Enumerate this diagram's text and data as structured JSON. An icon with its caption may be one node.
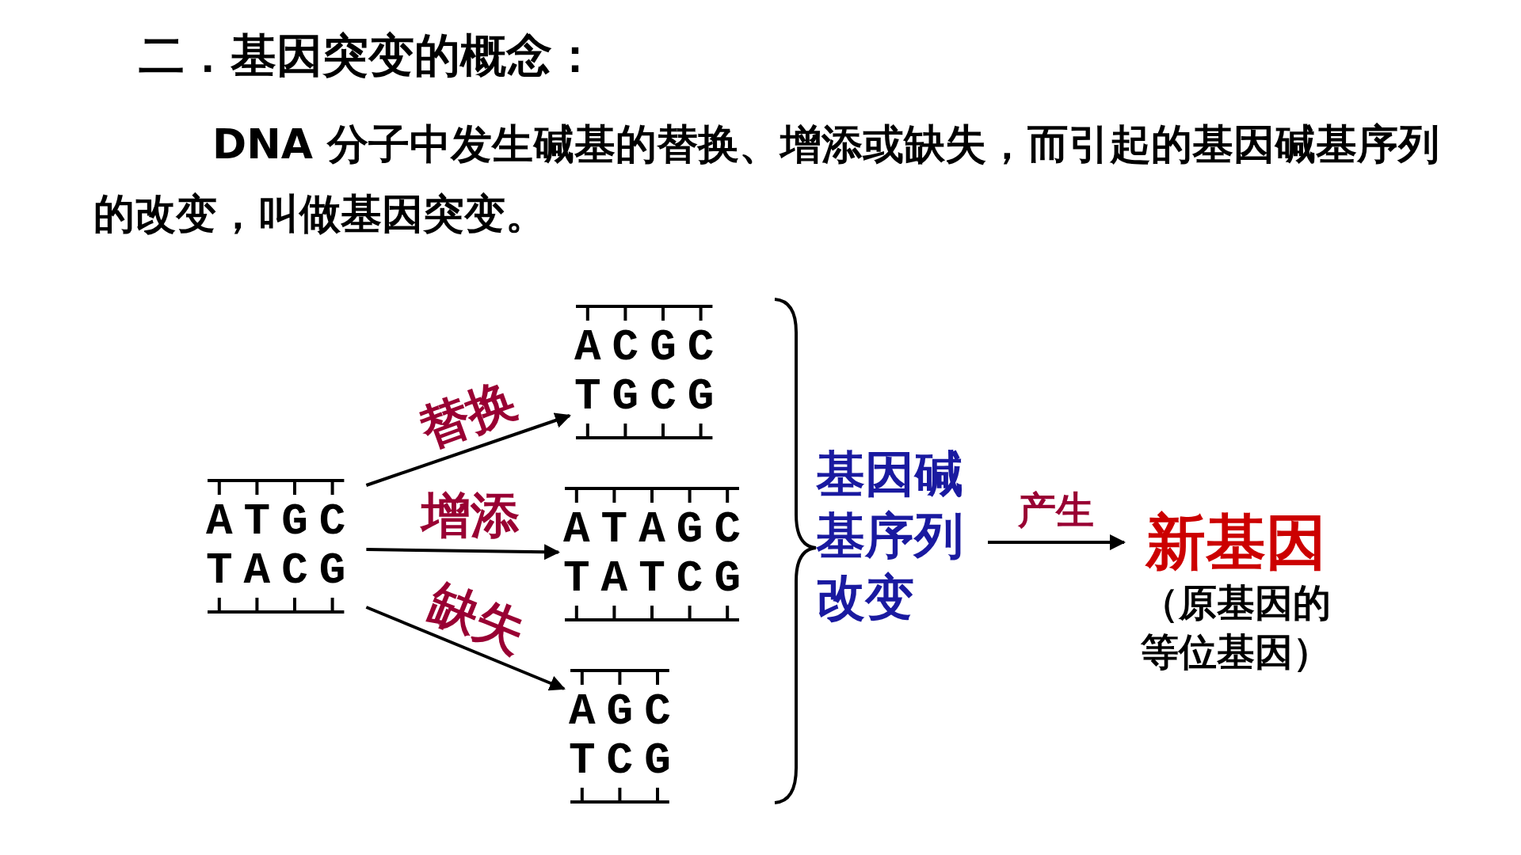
{
  "diagram": {
    "title": "二．基因突变的概念：",
    "nodes": [
      {
        "text": [
          "ATGC",
          "TACG"
        ]
      },
      {
        "text": [
          "ACGC",
          "TGCG"
        ]
      },
      {
        "text": [
          "ATAGC",
          "TATCG"
        ]
      },
      {
        "text": [
          "AGC",
          "TCG"
        ]
      },
      {
        "text": [
          "基因碱基序列改变"
        ]
      },
      {
        "text": [
          "新基因",
          "（原基因的等位基因）"
        ]
      }
    ],
    "edges": [
      {
        "from": 0,
        "to": 1,
        "arrow": "to",
        "label": "替换"
      },
      {
        "from": 0,
        "to": 2,
        "arrow": "to",
        "label": "增添"
      },
      {
        "from": 0,
        "to": 3,
        "arrow": "to",
        "label": "缺失"
      },
      {
        "from": 4,
        "to": 5,
        "arrow": "to",
        "label": "产生"
      }
    ],
    "labels": [
      "DNA 分子中发生碱基的替换、增添或缺失，而引起的基因碱基序列的改变，叫做基因突变。"
    ]
  }
}
